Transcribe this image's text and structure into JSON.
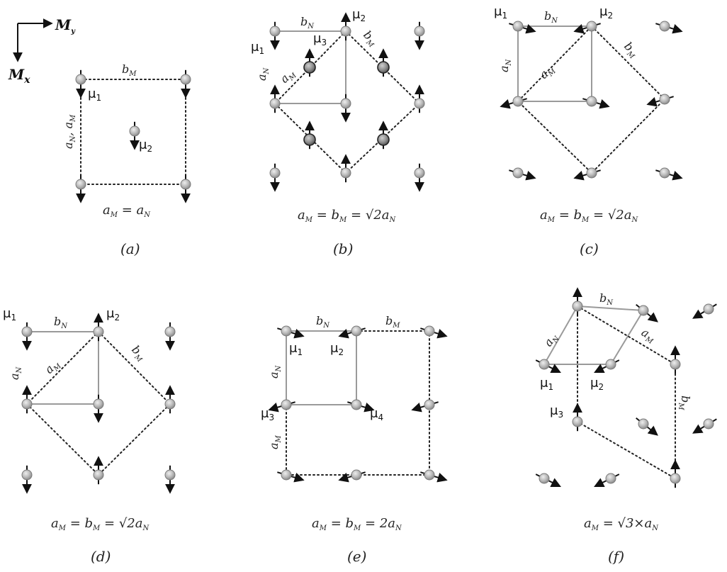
{
  "axes": {
    "horizontal": "My",
    "vertical": "Mx"
  },
  "panels": {
    "a": {
      "caption": "(a)",
      "equation": "aM=aN",
      "labels": [
        "bM",
        "aN, aM",
        "μ1",
        "μ2"
      ]
    },
    "b": {
      "caption": "(b)",
      "equation": "aM=bM=√2aN",
      "labels": [
        "bN",
        "aN",
        "aM",
        "bM",
        "μ1",
        "μ2",
        "μ3"
      ]
    },
    "c": {
      "caption": "(c)",
      "equation": "aM=bM=√2aN",
      "labels": [
        "bN",
        "aN",
        "aM",
        "bM",
        "μ1",
        "μ2"
      ]
    },
    "d": {
      "caption": "(d)",
      "equation": "aM=bM=√2aN",
      "labels": [
        "bN",
        "aN",
        "aM",
        "bM",
        "μ1",
        "μ2"
      ]
    },
    "e": {
      "caption": "(e)",
      "equation": "aM=bM=2aN",
      "labels": [
        "bN",
        "bM",
        "aN",
        "aM",
        "μ1",
        "μ2",
        "μ3",
        "μ4"
      ]
    },
    "f": {
      "caption": "(f)",
      "equation": "aM=√3×aN",
      "labels": [
        "bN",
        "aN",
        "aM",
        "bM",
        "μ1",
        "μ2",
        "μ3"
      ]
    }
  },
  "colors": {
    "atom": "#b8b8b8",
    "atom_stroke": "#7a7a7a",
    "bond": "#9a9a9a",
    "spin": "#111111",
    "dark_atom": "#888888"
  }
}
